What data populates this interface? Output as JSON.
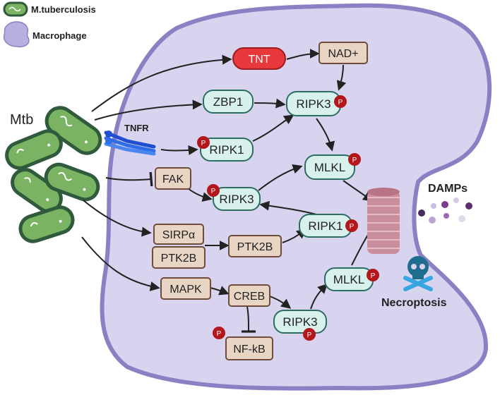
{
  "legend": {
    "bacteria_label": "M.tuberculosis",
    "macrophage_label": "Macrophage"
  },
  "labels": {
    "mtb": "Mtb",
    "tnfr": "TNFR",
    "damps": "DAMPs",
    "necroptosis": "Necroptosis",
    "phospho": "P"
  },
  "nodes": {
    "tnt": "TNT",
    "nad": "NAD+",
    "zbp1": "ZBP1",
    "ripk3_top": "RIPK3",
    "ripk1_top": "RIPK1",
    "mlkl_top": "MLKL",
    "fak": "FAK",
    "ripk3_mid": "RIPK3",
    "ripk1_mid": "RIPK1",
    "sirpa": "SIRPα",
    "ptk2b_a": "PTK2B",
    "ptk2b_b": "PTK2B",
    "mapk": "MAPK",
    "creb": "CREB",
    "ripk3_bottom": "RIPK3",
    "mlkl_bottom": "MLKL",
    "nfkb": "NF-kB"
  },
  "colors": {
    "cell_fill": "#d8d3ee",
    "cell_border": "#8a80c4",
    "bacteria_fill": "#7ab463",
    "bacteria_border": "#2f5a3c",
    "tan_box_fill": "#e8d5c4",
    "tan_box_border": "#6e4b3a",
    "teal_box_fill": "#d9f1ec",
    "teal_box_border": "#2c6e63",
    "tnt_fill": "#e8383b",
    "phospho": "#b3161b",
    "pore": "#c98d9b",
    "skull": "#1f6d8e",
    "crossbones": "#35a6e0"
  }
}
